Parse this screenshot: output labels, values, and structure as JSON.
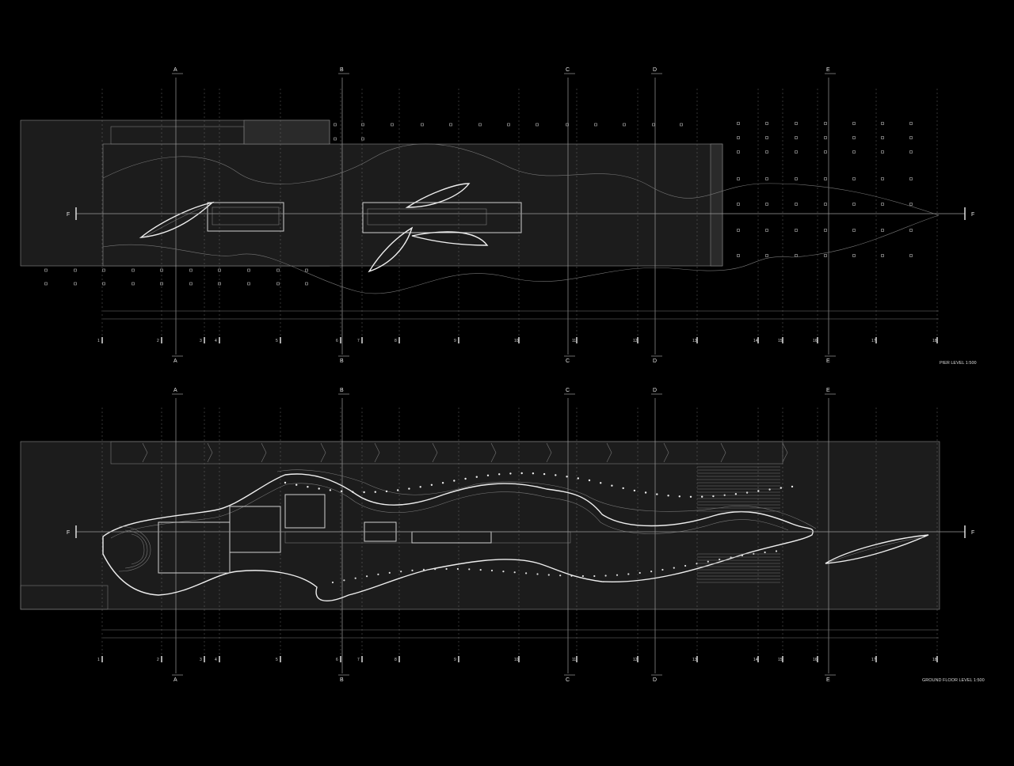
{
  "plans": [
    {
      "id": "pier",
      "title": "PIER LEVEL  1:500",
      "lettered_axes": [
        "A",
        "B",
        "C",
        "D",
        "E"
      ],
      "numbered_axes": [
        "1",
        "2",
        "3",
        "4",
        "5",
        "6",
        "7",
        "8",
        "9",
        "10",
        "11",
        "12",
        "13",
        "14",
        "15",
        "16",
        "17",
        "18"
      ],
      "section_label": "F"
    },
    {
      "id": "ground",
      "title": "GROUND FLOOR LEVEL  1:500",
      "lettered_axes": [
        "A",
        "B",
        "C",
        "D",
        "E"
      ],
      "numbered_axes": [
        "1",
        "2",
        "3",
        "4",
        "5",
        "6",
        "7",
        "8",
        "9",
        "10",
        "11",
        "12",
        "13",
        "14",
        "15",
        "16",
        "17",
        "18"
      ],
      "section_label": "F"
    }
  ],
  "colors": {
    "background": "#000000",
    "linework": "#e6e6e6",
    "slab": "#1c1c1c"
  }
}
